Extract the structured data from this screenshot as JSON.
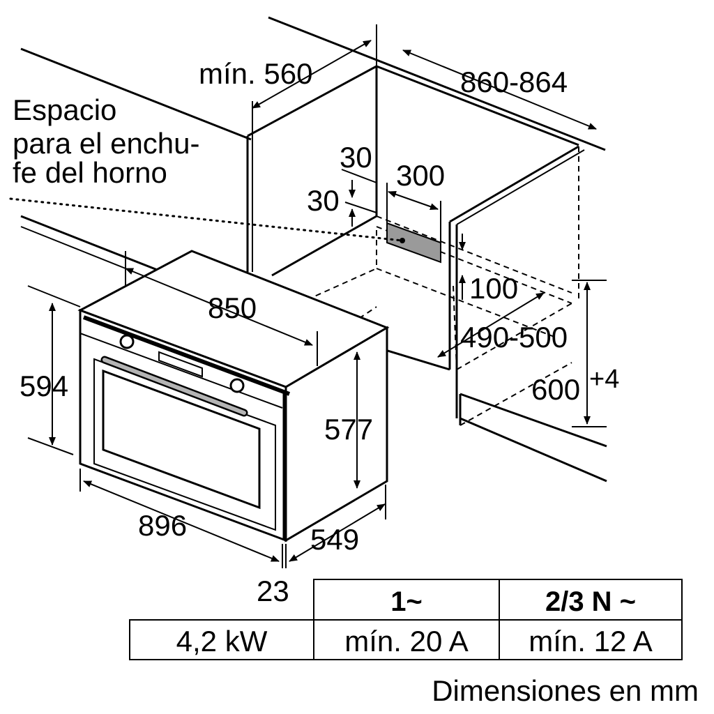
{
  "dimensions": {
    "min_560": "mín. 560",
    "width_860_864": "860-864",
    "offset_30_a": "30",
    "offset_30_b": "30",
    "width_300": "300",
    "depth_100": "100",
    "depth_490_500": "490-500",
    "height_600": "600",
    "height_600_sup": "+4",
    "width_850": "850",
    "height_594": "594",
    "height_577": "577",
    "width_896": "896",
    "depth_549": "549",
    "panel_23": "23"
  },
  "socket_note": {
    "line1": "Espacio",
    "line2": "para el enchu-",
    "line3": "fe del horno"
  },
  "power_table": {
    "header_col2": "1~",
    "header_col3": "2/3 N ~",
    "row_power": "4,2 kW",
    "row_single_phase": "mín. 20 A",
    "row_three_phase": "mín. 12 A"
  },
  "footer": "Dimensiones en mm",
  "colors": {
    "line": "#000000",
    "socket_fill": "#9a9a9a",
    "handle_fill": "#b4b4b4"
  }
}
